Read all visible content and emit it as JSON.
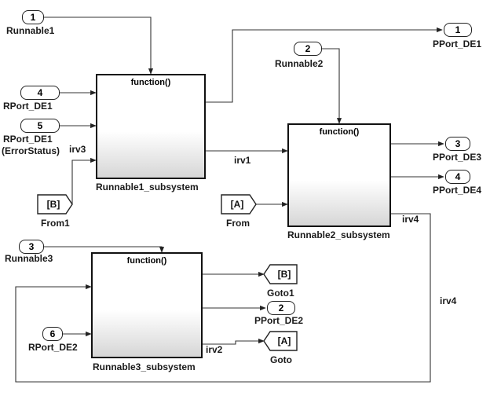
{
  "inports": {
    "runnable1": {
      "num": "1",
      "label": "Runnable1"
    },
    "rport_de1": {
      "num": "4",
      "label": "RPort_DE1"
    },
    "rport_de1_err": {
      "num": "5",
      "label": "RPort_DE1",
      "label2": "(ErrorStatus)"
    },
    "runnable2": {
      "num": "2",
      "label": "Runnable2"
    },
    "runnable3": {
      "num": "3",
      "label": "Runnable3"
    },
    "rport_de2": {
      "num": "6",
      "label": "RPort_DE2"
    }
  },
  "outports": {
    "pport_de1": {
      "num": "1",
      "label": "PPort_DE1"
    },
    "pport_de3": {
      "num": "3",
      "label": "PPort_DE3"
    },
    "pport_de4": {
      "num": "4",
      "label": "PPort_DE4"
    },
    "pport_de2": {
      "num": "2",
      "label": "PPort_DE2"
    }
  },
  "subsystems": {
    "runnable1": {
      "title": "function()",
      "label": "Runnable1_subsystem"
    },
    "runnable2": {
      "title": "function()",
      "label": "Runnable2_subsystem"
    },
    "runnable3": {
      "title": "function()",
      "label": "Runnable3_subsystem"
    }
  },
  "froms": {
    "from1": {
      "tag": "[B]",
      "label": "From1"
    },
    "from": {
      "tag": "[A]",
      "label": "From"
    }
  },
  "gotos": {
    "goto1": {
      "tag": "[B]",
      "label": "Goto1"
    },
    "goto": {
      "tag": "[A]",
      "label": "Goto"
    }
  },
  "signals": {
    "irv1": "irv1",
    "irv2": "irv2",
    "irv3": "irv3",
    "irv4a": "irv4",
    "irv4b": "irv4"
  }
}
